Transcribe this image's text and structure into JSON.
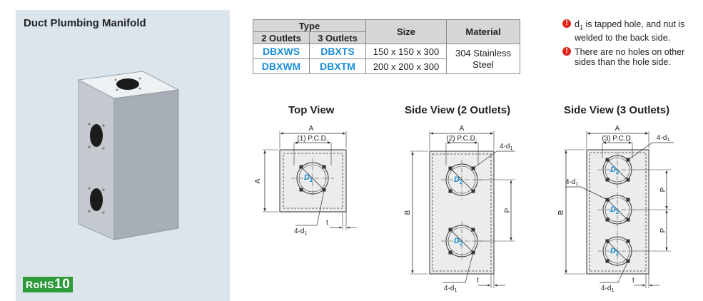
{
  "product": {
    "title": "Duct Plumbing Manifold",
    "rohs": {
      "prefix": "RoHS",
      "num": "10"
    }
  },
  "table": {
    "type_header": "Type",
    "sub_headers": [
      "2 Outlets",
      "3 Outlets"
    ],
    "size_header": "Size",
    "material_header": "Material",
    "rows": [
      {
        "two": "DBXWS",
        "three": "DBXTS",
        "size": "150 x 150 x 300"
      },
      {
        "two": "DBXWM",
        "three": "DBXTM",
        "size": "200 x 200 x 300"
      }
    ],
    "material": [
      "304 Stainless",
      "Steel"
    ]
  },
  "notes": {
    "note1": {
      "pre": "d",
      "sub": "1",
      "post": " is tapped hole, and nut is welded to the back side."
    },
    "note2": "There are no holes on other sides than the hole side."
  },
  "views": {
    "top": {
      "title": "Top View",
      "dim_a": "A",
      "pcd": "(1) P.C.D.",
      "hole_label": "D",
      "hole_sub": "1",
      "tap": {
        "pre": "4-d",
        "sub": "1"
      },
      "t": "t"
    },
    "side2": {
      "title": "Side View (2 Outlets)",
      "dim_a": "A",
      "pcd": "(2) P.C.D.",
      "dim_b": "B",
      "dim_p": "P",
      "hole_label": "D",
      "hole_sub": "2",
      "tap": {
        "pre": "4-d",
        "sub": "1"
      },
      "t": "t"
    },
    "side3": {
      "title": "Side View (3 Outlets)",
      "dim_a": "A",
      "pcd": "(3) P.C.D.",
      "dim_b": "B",
      "dim_p": "P",
      "hole_label": "D",
      "hole_sub": "2",
      "tap": {
        "pre": "4-d",
        "sub": "1"
      },
      "t": "t"
    }
  },
  "colors": {
    "accent_blue": "#1a8ed8",
    "rohs_green": "#2e9a3c",
    "warn_red": "#e2231a",
    "panel_bg": "#dde5ec"
  }
}
